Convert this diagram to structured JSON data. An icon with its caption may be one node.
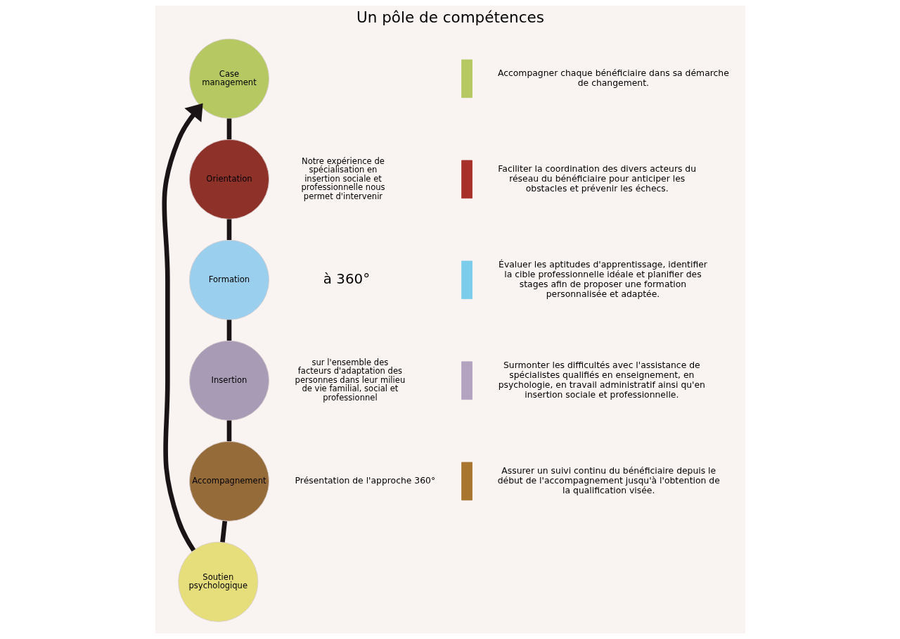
{
  "diagram": {
    "title": "Un pôle de compétences",
    "nodes": [
      {
        "text": [
          "Case management"
        ]
      },
      {
        "text": [
          "Orientation"
        ]
      },
      {
        "text": [
          "Formation"
        ]
      },
      {
        "text": [
          "Insertion"
        ]
      },
      {
        "text": [
          "Accompagnement"
        ]
      },
      {
        "text": [
          "Soutien psychologique"
        ]
      }
    ],
    "edges": [
      {
        "from": 0,
        "to": 1,
        "arrow": "none"
      },
      {
        "from": 1,
        "to": 2,
        "arrow": "none"
      },
      {
        "from": 2,
        "to": 3,
        "arrow": "none"
      },
      {
        "from": 3,
        "to": 4,
        "arrow": "none"
      },
      {
        "from": 4,
        "to": 5,
        "arrow": "none"
      },
      {
        "from": 5,
        "to": 0,
        "arrow": "to"
      }
    ],
    "labels": [
      "Notre expérience de spécialisation en insertion sociale et professionnelle nous permet d'intervenir",
      "à 360°",
      "sur l'ensemble des facteurs d'adaptation des personnes dans leur milieu de vie familial, social et professionnel",
      "Accompagner chaque bénéficiaire dans sa démarche de changement.",
      "Faciliter la coordination des divers acteurs du réseau du bénéficiaire pour anticiper les obstacles et prévenir les échecs.",
      "Évaluer les aptitudes d'apprentissage, identifier la cible professionnelle idéale et planifier des stages afin de proposer une formation personnalisée et adaptée.",
      "Surmonter les difficultés avec l'assistance de spécialistes qualifiés en enseignement, en psychologie, en travail administratif ainsi qu'en insertion sociale et professionnelle.",
      "Assurer un suivi continu du bénéficiaire depuis le début de l'accompagnement jusqu'à l'obtention de la qualification visée.",
      "Présentation de l'approche 360°"
    ]
  }
}
